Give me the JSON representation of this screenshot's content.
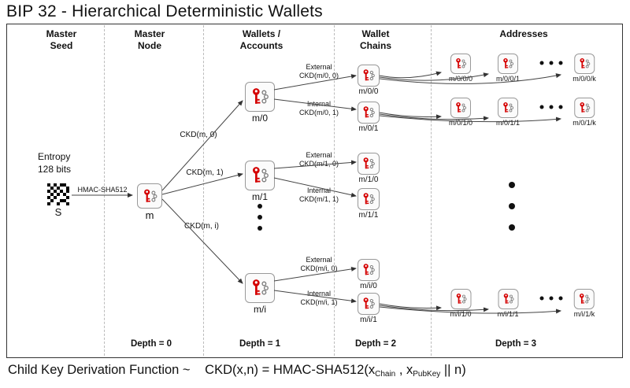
{
  "title": "BIP 32 - Hierarchical Deterministic Wallets",
  "columns": {
    "master_seed": "Master Seed",
    "master_node": "Master Node",
    "wallets_accounts": "Wallets / Accounts",
    "wallet_chains": "Wallet Chains",
    "addresses": "Addresses"
  },
  "entropy": {
    "line1": "Entropy",
    "line2": "128 bits"
  },
  "seed_label": "S",
  "hmac_arrow_label": "HMAC-SHA512",
  "master_label": "m",
  "ckd": {
    "c0": "CKD(m, 0)",
    "c1": "CKD(m, 1)",
    "ci": "CKD(m, i)"
  },
  "wallets": [
    {
      "label": "m/0"
    },
    {
      "label": "m/1"
    },
    {
      "label": "m/i"
    }
  ],
  "chain_links": [
    {
      "type": "External",
      "ckd": "CKD(m/0, 0)",
      "label": "m/0/0"
    },
    {
      "type": "Internal",
      "ckd": "CKD(m/0, 1)",
      "label": "m/0/1"
    },
    {
      "type": "External",
      "ckd": "CKD(m/1, 0)",
      "label": "m/1/0"
    },
    {
      "type": "Internal",
      "ckd": "CKD(m/1, 1)",
      "label": "m/1/1"
    },
    {
      "type": "External",
      "ckd": "CKD(m/i, 0)",
      "label": "m/i/0"
    },
    {
      "type": "Internal",
      "ckd": "CKD(m/i, 1)",
      "label": "m/i/1"
    }
  ],
  "addresses": [
    {
      "labels": [
        "m/0/0/0",
        "m/0/0/1",
        "m/0/0/k"
      ]
    },
    {
      "labels": [
        "m/0/1/0",
        "m/0/1/1",
        "m/0/1/k"
      ]
    },
    {
      "labels": [
        "m/i/1/0",
        "m/i/1/1",
        "m/i/1/k"
      ]
    }
  ],
  "depths": [
    "Depth = 0",
    "Depth = 1",
    "Depth = 2",
    "Depth = 3"
  ],
  "formula": {
    "prefix": "Child Key Derivation Function ~",
    "call": "CKD(x,n) = HMAC-SHA512(x",
    "sub_chain": "Chain",
    "mid": " , x",
    "sub_pubkey": "PubKey",
    "suffix": " || n)"
  }
}
